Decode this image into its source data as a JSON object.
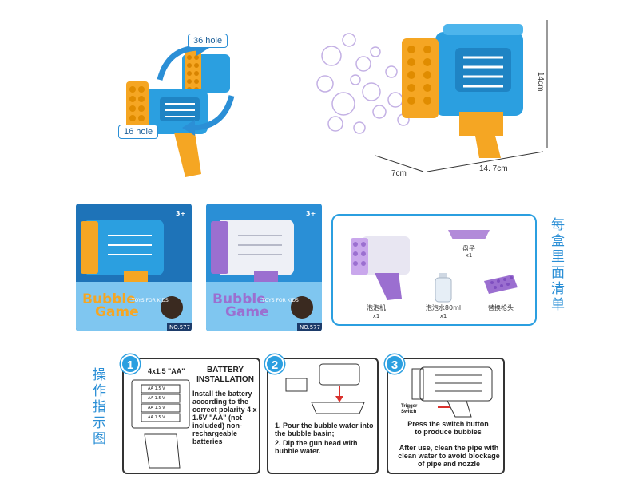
{
  "swap": {
    "hole36": "36 hole",
    "hole16": "16 hole"
  },
  "dimensions": {
    "height": "14cm",
    "width": "7cm",
    "length": "14. 7cm"
  },
  "boxes": [
    {
      "title_line1": "Bubble",
      "title_line2": "Game",
      "tag": "TOYS FOR KIDS",
      "age": "3+",
      "no": "NO.577"
    },
    {
      "title_line1": "Bubble",
      "title_line2": "Game",
      "tag": "TOYS FOR KIDS",
      "age": "3+",
      "no": "NO.577"
    }
  ],
  "contents": {
    "side_title": "每盒里面清单",
    "items": [
      {
        "label": "泡泡机",
        "qty": "x1"
      },
      {
        "label": "盘子",
        "qty": "x1"
      },
      {
        "label": "泡泡水80ml",
        "qty": "x1"
      },
      {
        "label": "替换枪头",
        "qty": ""
      }
    ]
  },
  "instructions": {
    "side_title": "操作指示图",
    "steps": [
      {
        "num": "1",
        "battery_label": "4x1.5 \"AA\"",
        "battery_cells": [
          "AA 1.5 V",
          "AA 1.5 V",
          "AA 1.5 V",
          "AA 1.5 V"
        ],
        "heading": "BATTERY INSTALLATION",
        "text": "Install the battery according to the correct polarity 4 x 1.5V \"AA\" (not included) non-rechargeable batteries"
      },
      {
        "num": "2",
        "text1": "1. Pour the bubble water into the bubble basin;",
        "text2": "2. Dip the gun head with bubble water."
      },
      {
        "num": "3",
        "trigger_label": "Trigger Switch",
        "text1": "Press the switch button to produce bubbles",
        "text2": "After use, clean the pipe with clean water to avoid blockage of pipe and nozzle"
      }
    ]
  },
  "colors": {
    "blue": "#2b9fe0",
    "orange": "#f5a623",
    "purple": "#9b6fd0",
    "navy": "#1d3b6a"
  }
}
